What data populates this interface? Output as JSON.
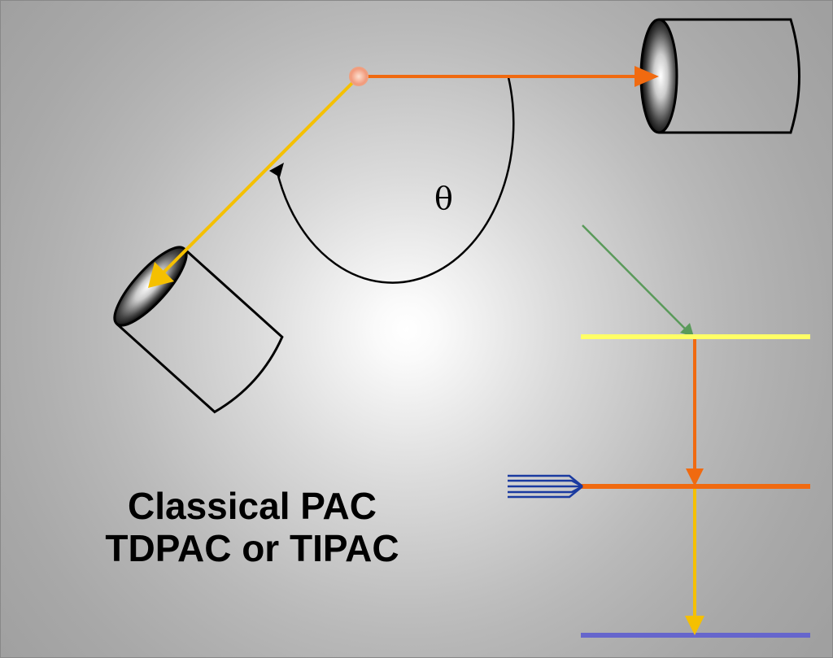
{
  "diagram": {
    "theta_symbol": "θ",
    "caption_line1": "Classical PAC",
    "caption_line2": "TDPAC or TIPAC"
  },
  "colors": {
    "background_center": "#ffffff",
    "background_edge": "#a0a0a0",
    "gamma1_yellow": "#f5c000",
    "gamma2_orange": "#f06a10",
    "source_dot": "#f4b090",
    "green_arrow": "#5a9a5a",
    "level_top": "#ffff66",
    "level_middle": "#f06a10",
    "level_bottom": "#6666cc",
    "hyperfine_lines": "#1a3aa0",
    "detector_outline": "#000000"
  },
  "icons": {
    "detectors": "cylinder-detector-icon",
    "source": "radioactive-source-dot"
  }
}
